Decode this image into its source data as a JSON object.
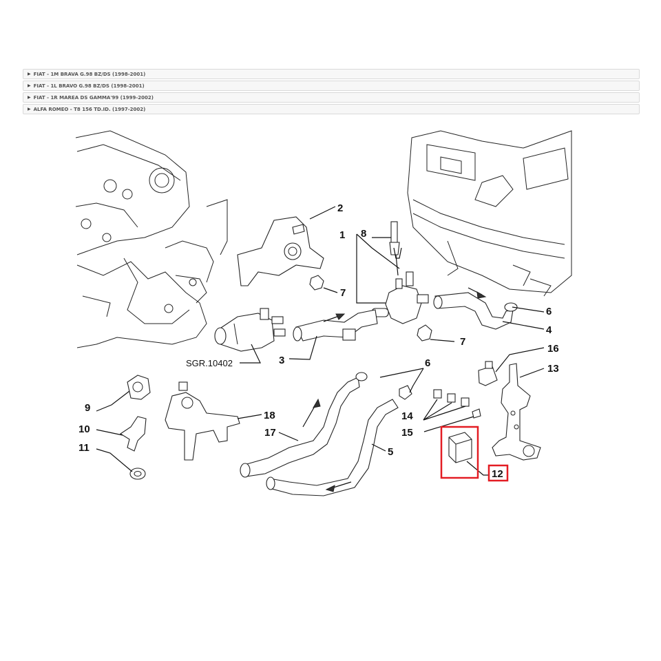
{
  "models": [
    {
      "label": "FIAT - 1M BRAVA G.98 BZ/DS (1998-2001)"
    },
    {
      "label": "FIAT - 1L BRAVO G.98 BZ/DS (1998-2001)"
    },
    {
      "label": "FIAT - 1R MAREA DS GAMMA'99 (1999-2002)"
    },
    {
      "label": "ALFA ROMEO - T8 156 TD.ID. (1997-2002)"
    }
  ],
  "diagram": {
    "reference": "SGR.10402",
    "callouts": {
      "c1": "1",
      "c2": "2",
      "c3": "3",
      "c4": "4",
      "c5": "5",
      "c6a": "6",
      "c6b": "6",
      "c7a": "7",
      "c7b": "7",
      "c8": "8",
      "c9": "9",
      "c10": "10",
      "c11": "11",
      "c12": "12",
      "c13": "13",
      "c14": "14",
      "c15": "15",
      "c16": "16",
      "c17": "17",
      "c18": "18"
    },
    "highlighted_part": "12",
    "highlight_color": "#e31c23"
  }
}
